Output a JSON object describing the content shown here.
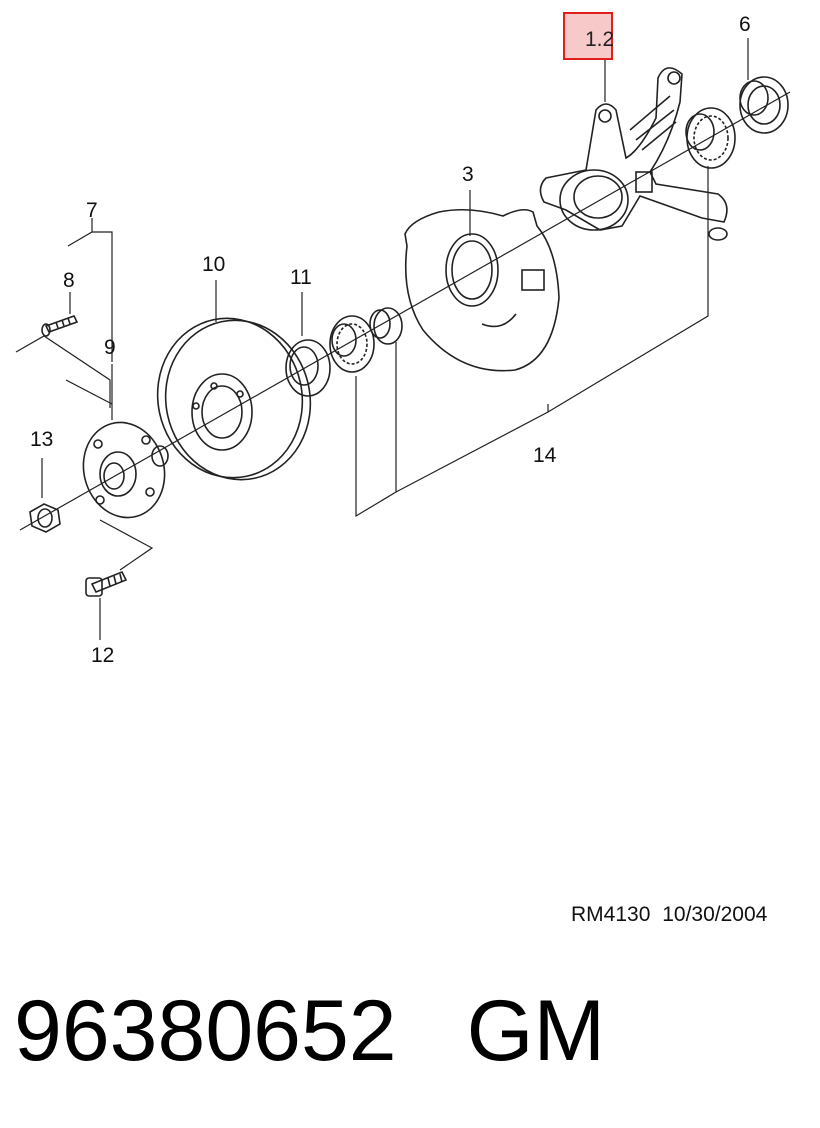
{
  "diagram": {
    "callouts": {
      "c12": "1.2",
      "c6": "6",
      "c3": "3",
      "c7": "7",
      "c8": "8",
      "c9": "9",
      "c10": "10",
      "c11": "11",
      "c13": "13",
      "c14": "14",
      "c12b": "12"
    },
    "highlight_color": "#e0201c"
  },
  "footer": {
    "drawing_ref": "RM4130  10/30/2004",
    "part_number": "96380652",
    "brand": "GM"
  }
}
